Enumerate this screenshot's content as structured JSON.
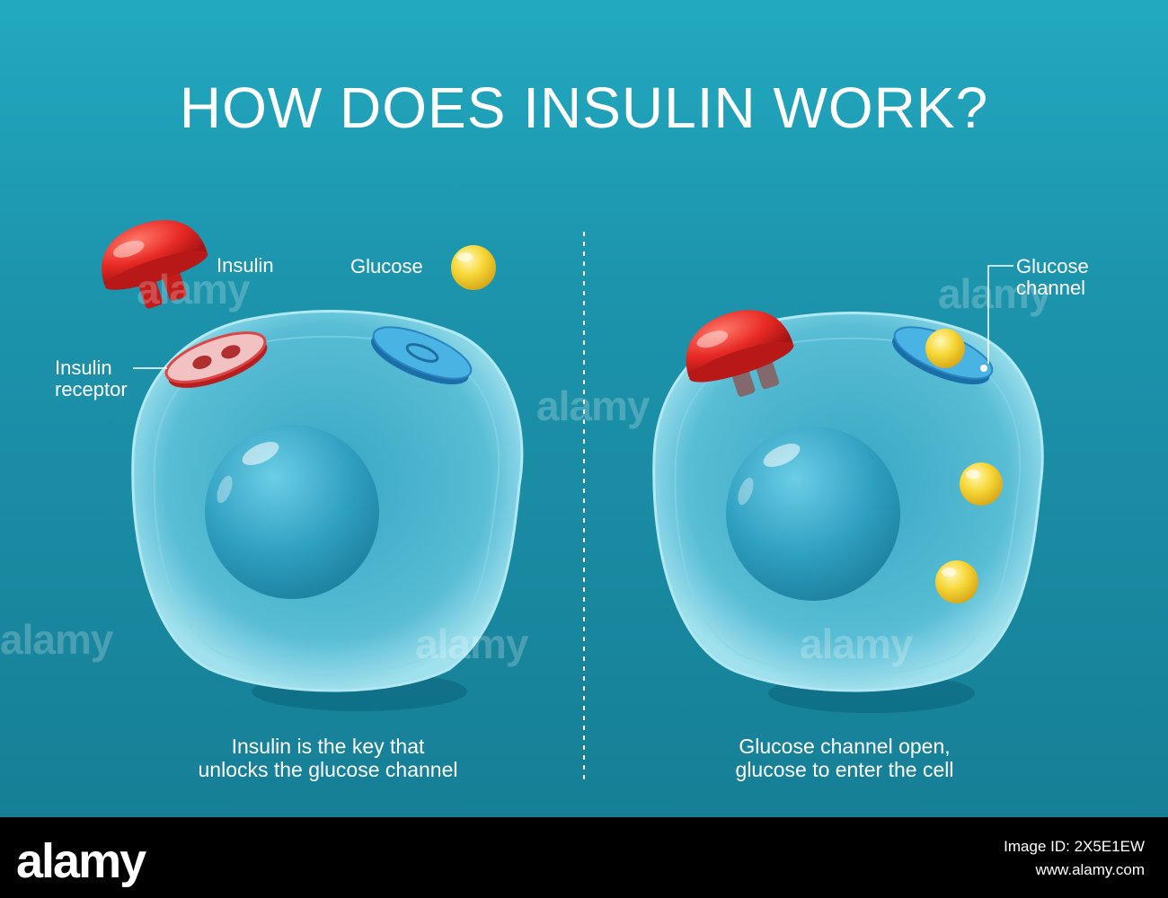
{
  "title": "HOW DOES INSULIN WORK?",
  "labels": {
    "insulin": "Insulin",
    "glucose": "Glucose",
    "insulin_receptor_line1": "Insulin",
    "insulin_receptor_line2": "receptor",
    "glucose_channel_line1": "Glucose",
    "glucose_channel_line2": "channel"
  },
  "captions": {
    "left_line1": "Insulin is the key that",
    "left_line2": "unlocks the glucose channel",
    "right_line1": "Glucose channel open,",
    "right_line2": "glucose to enter the cell"
  },
  "watermark": "alamy",
  "footer": {
    "logo": "alamy",
    "image_id": "Image ID: 2X5E1EW",
    "url": "www.alamy.com"
  },
  "colors": {
    "background": "#1c94ac",
    "insulin": "#e02828",
    "receptor": "#e8b0b0",
    "glucose": "#f5d332",
    "channel": "#3aa6dc",
    "cell": "#8fdcec",
    "nucleus": "#2fa3c4"
  }
}
